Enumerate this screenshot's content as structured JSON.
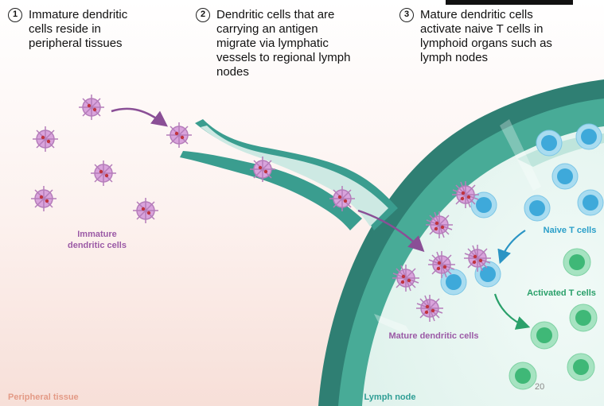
{
  "steps": [
    {
      "number": "1",
      "text": "Immature dendritic\ncells reside in\nperipheral tissues"
    },
    {
      "number": "2",
      "text": "Dendritic cells  that are\ncarrying an antigen\nmigrate via lymphatic\nvessels to regional lymph\nnodes"
    },
    {
      "number": "3",
      "text": "Mature dendritic cells\nactivate naive T cells in\nlymphoid organs such as\nlymph nodes"
    }
  ],
  "labels": {
    "immature": "Immature\ndendritic cells",
    "mature": "Mature dendritic cells",
    "naive": "Naive T cells",
    "activated": "Activated T cells",
    "peripheral": "Peripheral tissue",
    "lymph_node": "Lymph node"
  },
  "page_number": "20",
  "colors": {
    "dendritic": "#d9a3dc",
    "naive_t": "#4fb6e0",
    "activated_t": "#5fcf8e",
    "vessel": "#3a9d8f",
    "lymph_node_fill": "#e6f5f1",
    "peripheral_fill": "#f9e8e3",
    "arrow_purple": "#8a4f96",
    "arrow_blue": "#2a94c4",
    "arrow_green": "#2aa06a"
  }
}
